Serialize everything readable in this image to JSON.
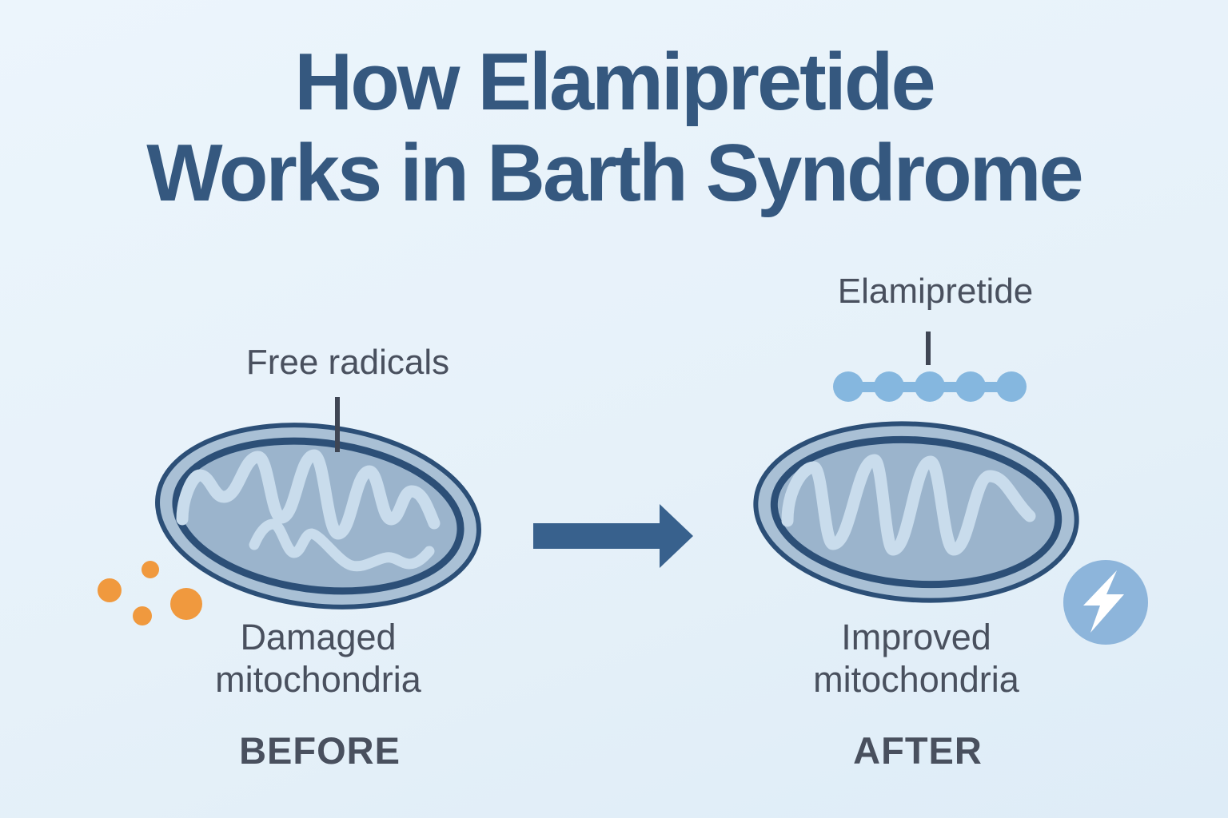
{
  "title": {
    "text": "How Elamipretide\nWorks in Barth Syndrome"
  },
  "panels": {
    "before": {
      "callout_label": "Free radicals",
      "caption": "Damaged\nmitochondria",
      "stage": "BEFORE"
    },
    "after": {
      "callout_label": "Elamipretide",
      "caption": "Improved\nmitochondria",
      "stage": "AFTER"
    }
  },
  "icons": {
    "before_mitochondrion": "damaged-mitochondrion",
    "after_mitochondrion": "improved-mitochondrion",
    "free_radicals": "free-radical-dots",
    "peptide_chain": "elamipretide-peptide-chain-icon",
    "transition": "arrow-right-icon",
    "energy": "lightning-bolt-icon"
  },
  "colors": {
    "bg-top": "#ecf5fc",
    "bg-bottom": "#deecf7",
    "title": "#35587f",
    "label": "#49505e",
    "ring": "#2c4f77",
    "band": "#a9c0d5",
    "inner": "#9bb4cc",
    "cristae": "#c9dcec",
    "orange": "#f0993e",
    "bead": "#85b7df",
    "arrow": "#38618d",
    "bolt-bg": "#8db5db",
    "pointer": "#3f4654"
  }
}
